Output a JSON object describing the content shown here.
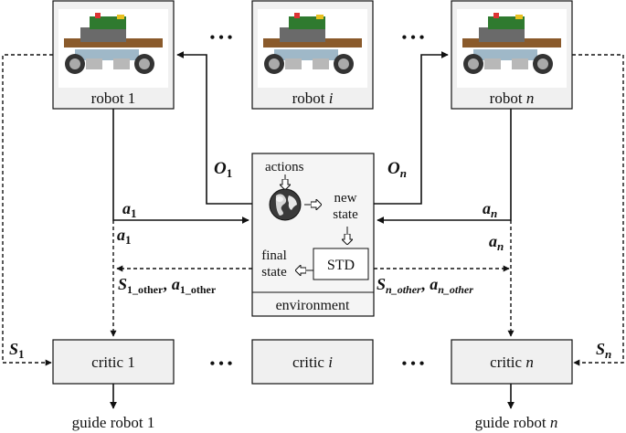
{
  "robots": [
    {
      "label": "robot 1",
      "index": ""
    },
    {
      "label": "robot ",
      "index": "i"
    },
    {
      "label": "robot ",
      "index": "n"
    }
  ],
  "critics": [
    {
      "label": "critic 1",
      "index": ""
    },
    {
      "label": "critic ",
      "index": "i"
    },
    {
      "label": "critic ",
      "index": "n"
    }
  ],
  "ellipsis": "• • •",
  "environment": {
    "label": "environment",
    "actions": "actions",
    "new_state_line1": "new",
    "new_state_line2": "state",
    "final_state_line1": "final",
    "final_state_line2": "state",
    "std": "STD"
  },
  "signals": {
    "o1": {
      "base": "O",
      "sub": "1"
    },
    "on": {
      "base": "O",
      "sub": "n"
    },
    "a1_top": {
      "base": "a",
      "sub": "1"
    },
    "a1_bottom": {
      "base": "a",
      "sub": "1"
    },
    "an_top": {
      "base": "a",
      "sub": "n"
    },
    "an_bottom": {
      "base": "a",
      "sub": "n"
    },
    "s1_other": {
      "s": "S",
      "s_sub": "1_other",
      "sep": ",",
      "a": "a",
      "a_sub": "1_other"
    },
    "sn_other": {
      "s": "S",
      "s_sub": "n_other",
      "sep": ",",
      "a": "a",
      "a_sub": "n_other"
    },
    "s1": {
      "base": "S",
      "sub": "1"
    },
    "sn": {
      "base": "S",
      "sub": "n"
    }
  },
  "guides": [
    {
      "label": "guide robot 1",
      "index": ""
    },
    {
      "label": "guide robot ",
      "index": "n"
    }
  ]
}
